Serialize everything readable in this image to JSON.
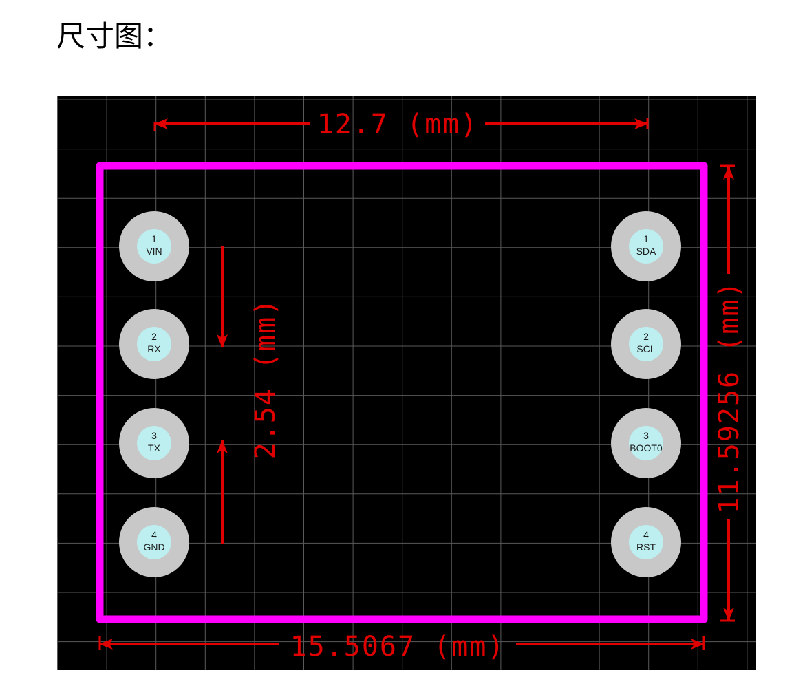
{
  "title": "尺寸图：",
  "colors": {
    "background": "#000000",
    "grid": "#5a5a5a",
    "board_outline": "#ff00ff",
    "dimension": "#e00000",
    "pad_ring": "#c8c8c8",
    "pad_center": "#bdeff0"
  },
  "dimensions": {
    "top_width": "12.7 (mm)",
    "bottom_width": "15.5067 (mm)",
    "right_height": "11.59256 (mm)",
    "pin_pitch": "2.54 (mm)"
  },
  "pads_left": [
    {
      "number": "1",
      "name": "VIN"
    },
    {
      "number": "2",
      "name": "RX"
    },
    {
      "number": "3",
      "name": "TX"
    },
    {
      "number": "4",
      "name": "GND"
    }
  ],
  "pads_right": [
    {
      "number": "1",
      "name": "SDA"
    },
    {
      "number": "2",
      "name": "SCL"
    },
    {
      "number": "3",
      "name": "BOOT0"
    },
    {
      "number": "4",
      "name": "RST"
    }
  ]
}
